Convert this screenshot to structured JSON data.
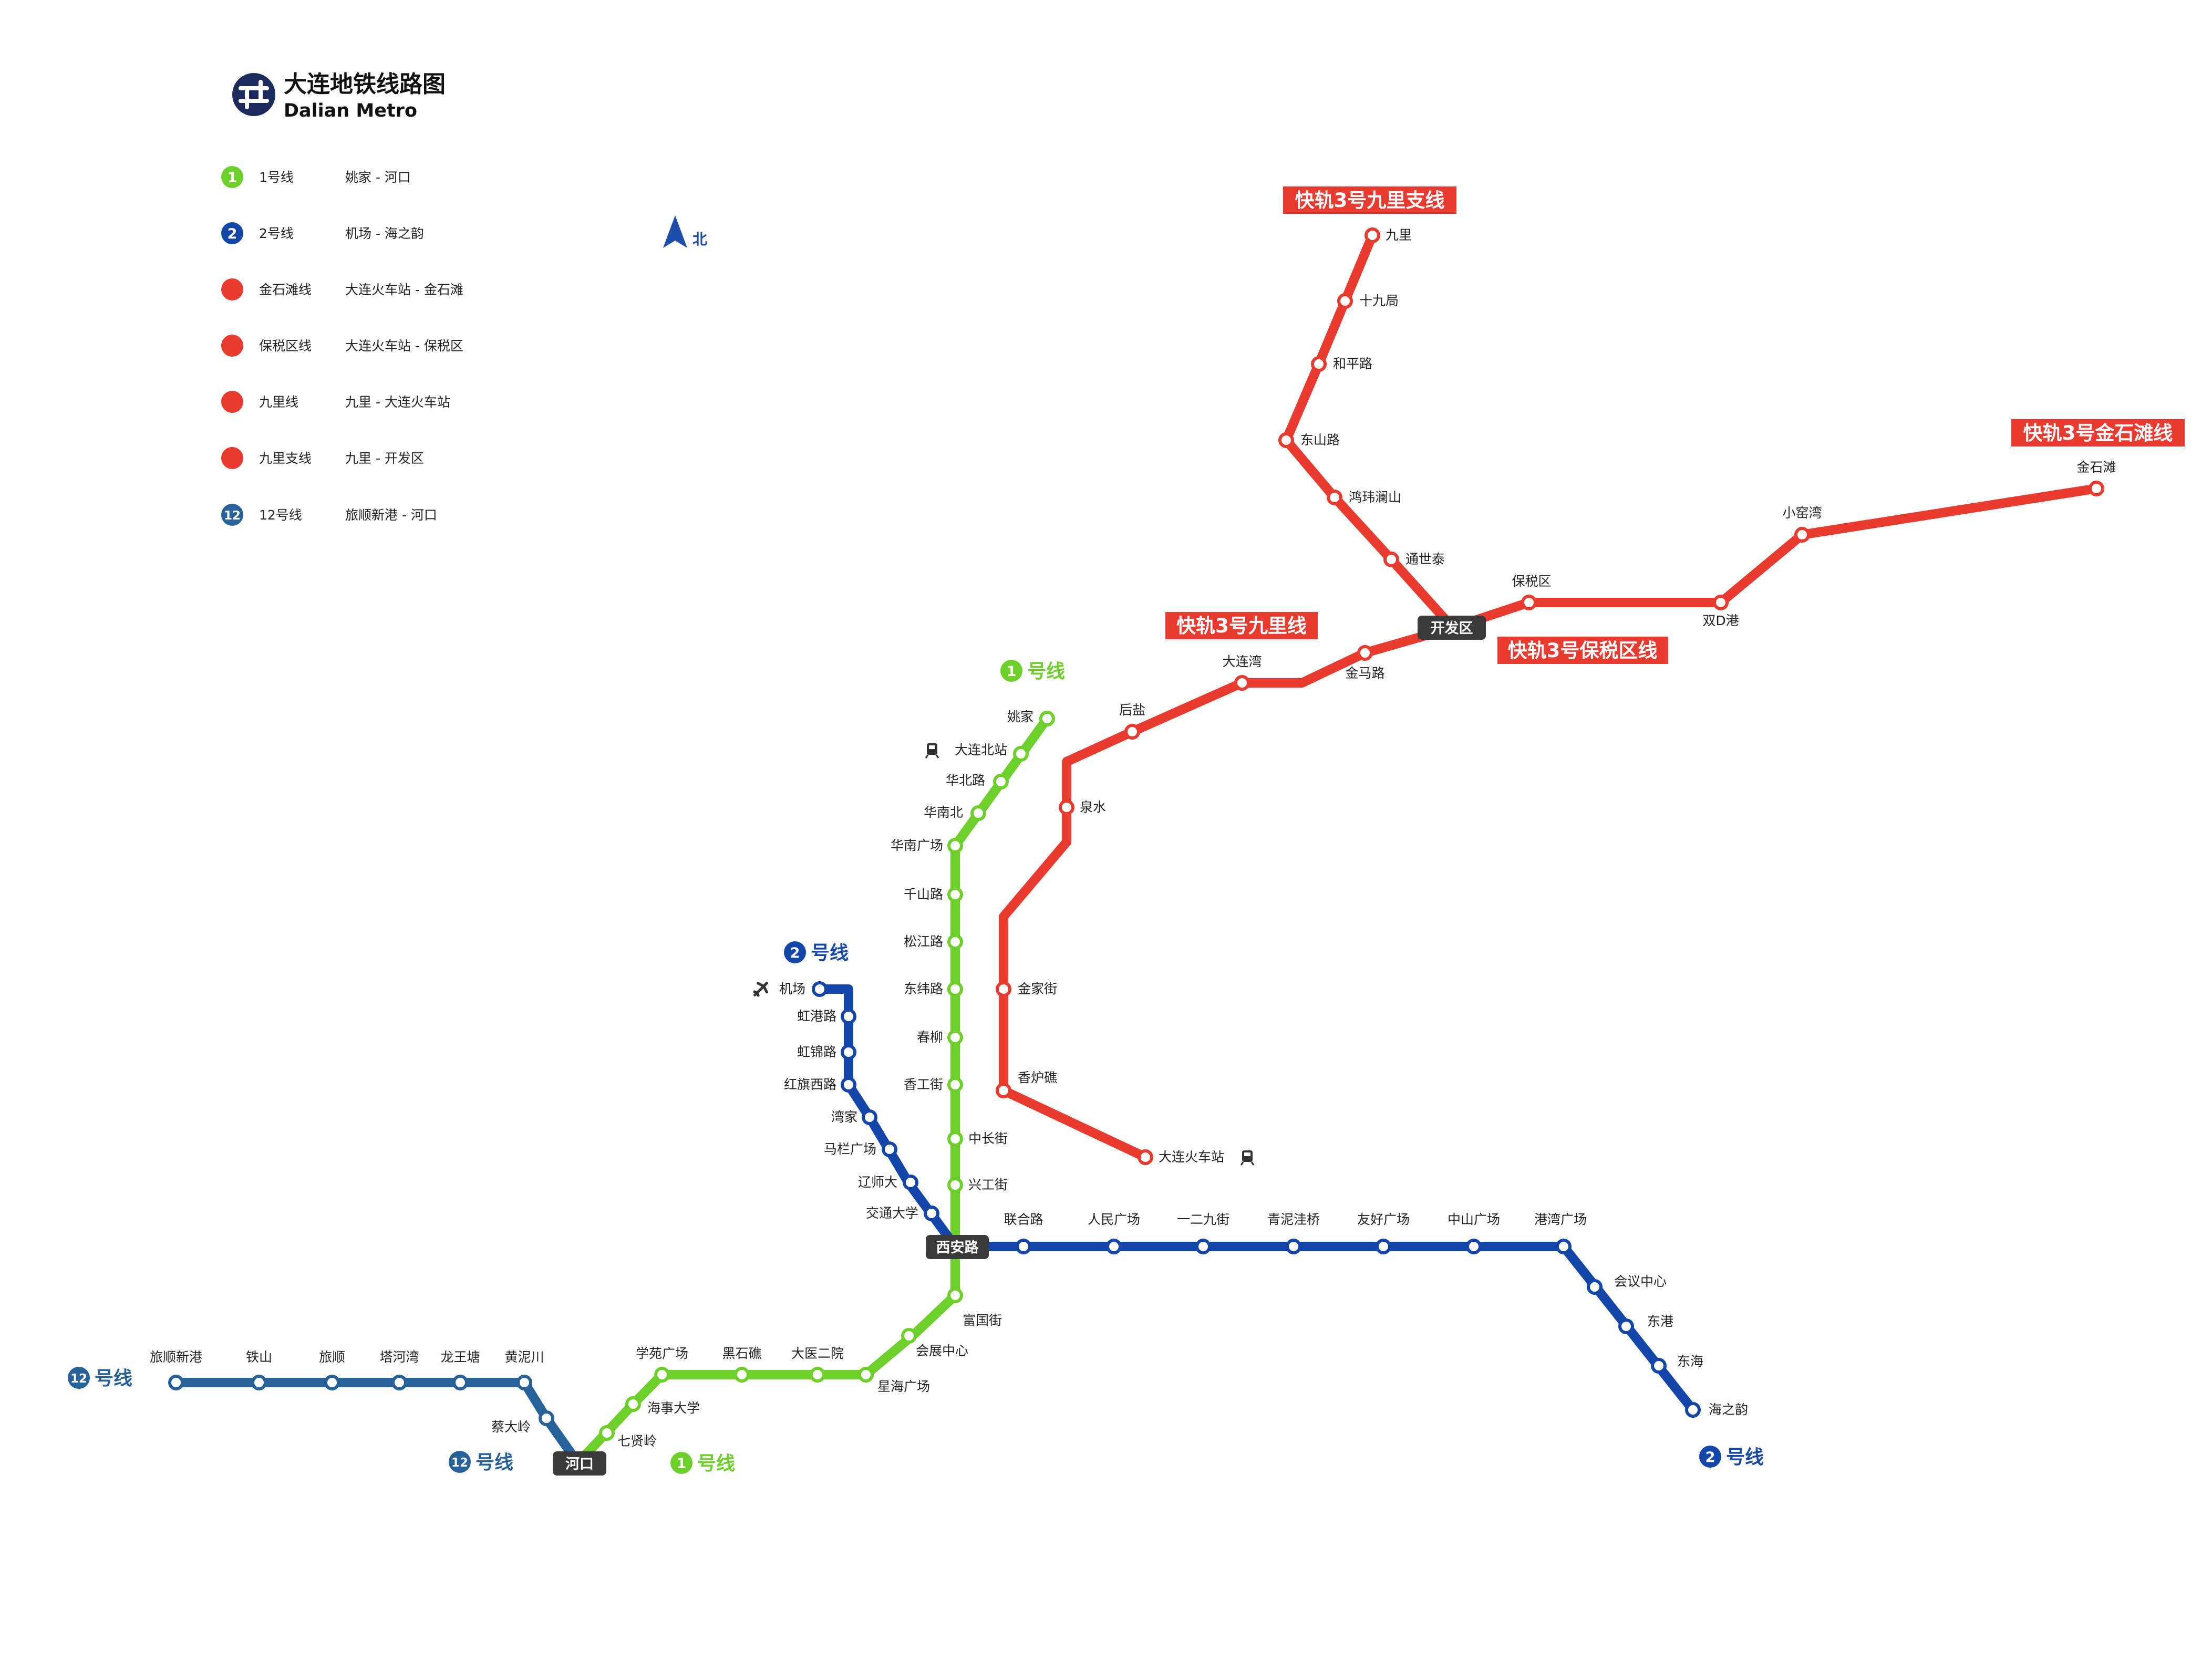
{
  "map": {
    "title": "大连地铁线路图",
    "subtitle": "Dalian Metro",
    "compass_label": "北",
    "colors": {
      "line1": "#6ccf2a",
      "line2": "#1346a8",
      "express": "#e83a2f",
      "line12": "#27619a",
      "hub": "#3a3a3a"
    },
    "legend": [
      {
        "badge": "1",
        "color": "#6ccf2a",
        "name": "1号线",
        "route": "姚家 - 河口"
      },
      {
        "badge": "2",
        "color": "#1346a8",
        "name": "2号线",
        "route": "机场 - 海之韵"
      },
      {
        "badge": "",
        "color": "#e83a2f",
        "name": "金石滩线",
        "route": "大连火车站 - 金石滩"
      },
      {
        "badge": "",
        "color": "#e83a2f",
        "name": "保税区线",
        "route": "大连火车站 - 保税区"
      },
      {
        "badge": "",
        "color": "#e83a2f",
        "name": "九里线",
        "route": "九里 - 大连火车站"
      },
      {
        "badge": "",
        "color": "#e83a2f",
        "name": "九里支线",
        "route": "九里 - 开发区"
      },
      {
        "badge": "12",
        "color": "#27619a",
        "name": "12号线",
        "route": "旅顺新港 - 河口"
      }
    ],
    "hubs": {
      "xianlu": "西安路",
      "hekou": "河口",
      "kaifaqu": "开发区"
    },
    "line_tags": {
      "line1_top": {
        "badge": "1",
        "text": "号线"
      },
      "line1_bottom": {
        "badge": "1",
        "text": "号线"
      },
      "line2_top": {
        "badge": "2",
        "text": "号线"
      },
      "line2_bottom": {
        "badge": "2",
        "text": "号线"
      },
      "line12_left": {
        "badge": "12",
        "text": "号线"
      },
      "line12_bottom": {
        "badge": "12",
        "text": "号线"
      },
      "express_jiuli_branch": "快轨3号九里支线",
      "express_jinshitan": "快轨3号金石滩线",
      "express_jiuli": "快轨3号九里线",
      "express_baoshui": "快轨3号保税区线"
    },
    "stations": {
      "line1": [
        "姚家",
        "大连北站",
        "华北路",
        "华南北",
        "华南广场",
        "千山路",
        "松江路",
        "东纬路",
        "春柳",
        "香工街",
        "中长街",
        "兴工街",
        "富国街",
        "会展中心",
        "星海广场",
        "大医二院",
        "黑石礁",
        "学苑广场",
        "海事大学",
        "七贤岭"
      ],
      "line2": [
        "机场",
        "虹港路",
        "虹锦路",
        "红旗西路",
        "湾家",
        "马栏广场",
        "辽师大",
        "交通大学",
        "联合路",
        "人民广场",
        "一二九街",
        "青泥洼桥",
        "友好广场",
        "中山广场",
        "港湾广场",
        "会议中心",
        "东港",
        "东海",
        "海之韵"
      ],
      "line12": [
        "旅顺新港",
        "铁山",
        "旅顺",
        "塔河湾",
        "龙王塘",
        "黄泥川",
        "蔡大岭"
      ],
      "express_main": [
        "大连火车站",
        "香炉礁",
        "金家街",
        "泉水",
        "后盐",
        "大连湾",
        "金马路",
        "保税区",
        "双D港",
        "小窑湾",
        "金石滩"
      ],
      "express_branch": [
        "九里",
        "十九局",
        "和平路",
        "东山路",
        "鸿玮澜山",
        "通世泰"
      ]
    }
  }
}
